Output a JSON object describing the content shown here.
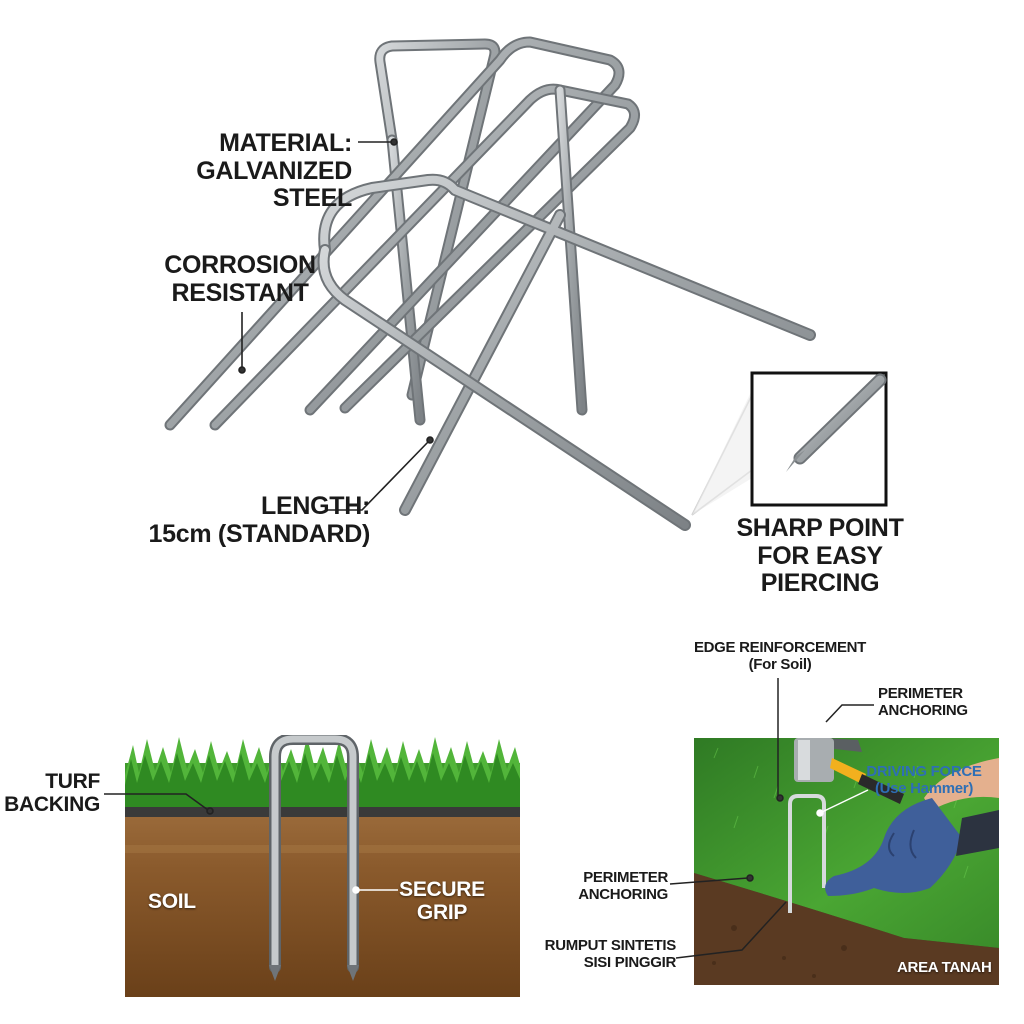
{
  "top": {
    "material_line1": "MATERIAL:",
    "material_line2": "GALVANIZED STEEL",
    "corrosion_line1": "CORROSION",
    "corrosion_line2": "RESISTANT",
    "length_line1": "LENGTH:",
    "length_line2": "15cm (STANDARD)",
    "sharp_line1": "SHARP POINT",
    "sharp_line2": "FOR EASY PIERCING"
  },
  "cross_section": {
    "turf_line1": "TURF",
    "turf_line2": "BACKING",
    "soil": "SOIL",
    "grip_line1": "SECURE",
    "grip_line2": "GRIP"
  },
  "install": {
    "edge_line1": "EDGE REINFORCEMENT",
    "edge_line2": "(For Soil)",
    "perimeter_top_line1": "PERIMETER",
    "perimeter_top_line2": "ANCHORING",
    "driving_line1": "DRIVING FORCE",
    "driving_line2": "(Use Hammer)",
    "perimeter_left_line1": "PERIMETER",
    "perimeter_left_line2": "ANCHORING",
    "rumput_line1": "RUMPUT SINTETIS",
    "rumput_line2": "SISI PINGGIR",
    "area": "AREA TANAH"
  },
  "colors": {
    "steel": "#a9adb0",
    "grass": "#3f9a2c",
    "soil": "#7a4a22",
    "glove": "#3f5f9a",
    "hammer_handle": "#f2b01e"
  }
}
